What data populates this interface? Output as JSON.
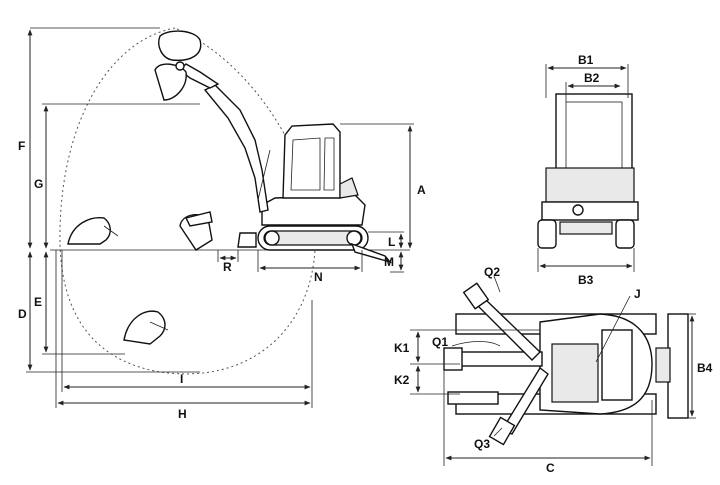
{
  "labels": {
    "A": "A",
    "B1": "B1",
    "B2": "B2",
    "B3": "B3",
    "B4": "B4",
    "C": "C",
    "D": "D",
    "E": "E",
    "F": "F",
    "G": "G",
    "H": "H",
    "I": "I",
    "J": "J",
    "K1": "K1",
    "K2": "K2",
    "L": "L",
    "M": "M",
    "N": "N",
    "Q1": "Q1",
    "Q2": "Q2",
    "Q3": "Q3",
    "R": "R"
  },
  "colors": {
    "line": "#222222",
    "background": "#ffffff"
  },
  "icons": {
    "side_view": "excavator-side-view-icon",
    "front_view": "excavator-front-view-icon",
    "top_view": "excavator-top-view-icon"
  }
}
